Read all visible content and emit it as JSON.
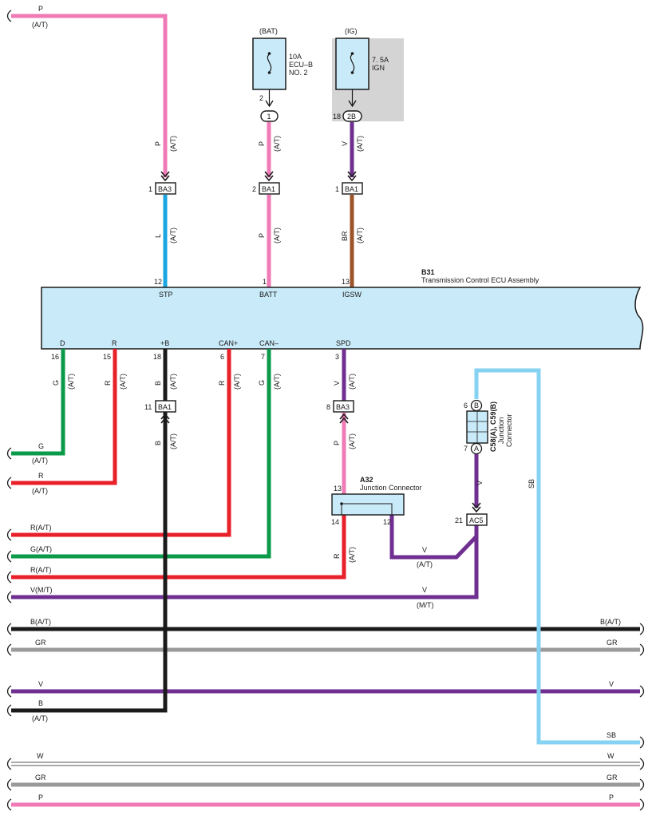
{
  "colors": {
    "pink": "#f07ab6",
    "blue": "#1aa6e0",
    "lightblue": "#86d2f2",
    "brown": "#9c5328",
    "purple": "#6f2f91",
    "red": "#e8202a",
    "green": "#0a9a4a",
    "black": "#1a1a1a",
    "gray": "#9a9a9a",
    "ecu_fill": "#c9eaf8",
    "ig_shade": "#d4d4d4"
  },
  "ecu": {
    "code": "B31",
    "name": "Transmission Control ECU Assembly",
    "top_pins": [
      {
        "pin": "12",
        "label": "STP"
      },
      {
        "pin": "1",
        "label": "BATT"
      },
      {
        "pin": "13",
        "label": "IGSW"
      }
    ],
    "bottom_pins": [
      {
        "pin": "16",
        "label": "D"
      },
      {
        "pin": "15",
        "label": "R"
      },
      {
        "pin": "18",
        "label": "+B"
      },
      {
        "pin": "6",
        "label": "CAN+"
      },
      {
        "pin": "7",
        "label": "CAN–"
      },
      {
        "pin": "3",
        "label": "SPD"
      }
    ]
  },
  "fuses": {
    "bat": {
      "supply": "(BAT)",
      "line1": "10A",
      "line2": "ECU–B",
      "line3": "NO. 2",
      "pin": "2",
      "conn": "1"
    },
    "ig": {
      "supply": "(IG)",
      "line1": "7. 5A",
      "line2": "IGN",
      "pin": "18",
      "conn": "2B"
    }
  },
  "connectors": {
    "ba3_top": {
      "name": "BA3",
      "pin": "1"
    },
    "ba1_top_mid": {
      "name": "BA1",
      "pin": "2"
    },
    "ba1_top_right": {
      "name": "BA1",
      "pin": "1"
    },
    "ba1_bottom": {
      "name": "BA1",
      "pin": "11"
    },
    "ba3_bottom": {
      "name": "BA3",
      "pin": "8"
    },
    "ac5": {
      "name": "AC5",
      "pin": "21"
    },
    "a32": {
      "code": "A32",
      "name": "Junction Connector",
      "pin_top": "13",
      "pin_bl": "14",
      "pin_br": "12"
    },
    "c58": {
      "code": "C58(A), C59(B)",
      "line1": "Junction",
      "line2": "Connector",
      "pin_top": "6",
      "pin_bottom": "7",
      "letter_top": "B",
      "letter_bottom": "A"
    }
  },
  "wire_labels": {
    "p": "P",
    "l": "L",
    "v": "V",
    "br": "BR",
    "g": "G",
    "r": "R",
    "b": "B",
    "sb": "SB",
    "at": "(A/T)",
    "mt": "(M/T)"
  },
  "left_labels": {
    "top_p": "P",
    "top_p_sub": "(A/T)",
    "g": "G",
    "g_sub": "(A/T)",
    "r": "R",
    "r_sub": "(A/T)",
    "r_at_1": "R(A/T)",
    "g_at": "G(A/T)",
    "r_at_2": "R(A/T)",
    "v_mt": "V(M/T)",
    "b_at": "B(A/T)",
    "gr1": "GR",
    "v": "V",
    "b": "B",
    "b_sub": "(A/T)",
    "w": "W",
    "gr2": "GR",
    "p": "P"
  },
  "right_labels": {
    "b_at": "B(A/T)",
    "gr1": "GR",
    "v": "V",
    "sb": "SB",
    "w": "W",
    "gr2": "GR",
    "p": "P"
  },
  "mid_labels": {
    "v_at": "V",
    "v_at_sub": "(A/T)",
    "v_mt": "V",
    "v_mt_sub": "(M/T)"
  }
}
